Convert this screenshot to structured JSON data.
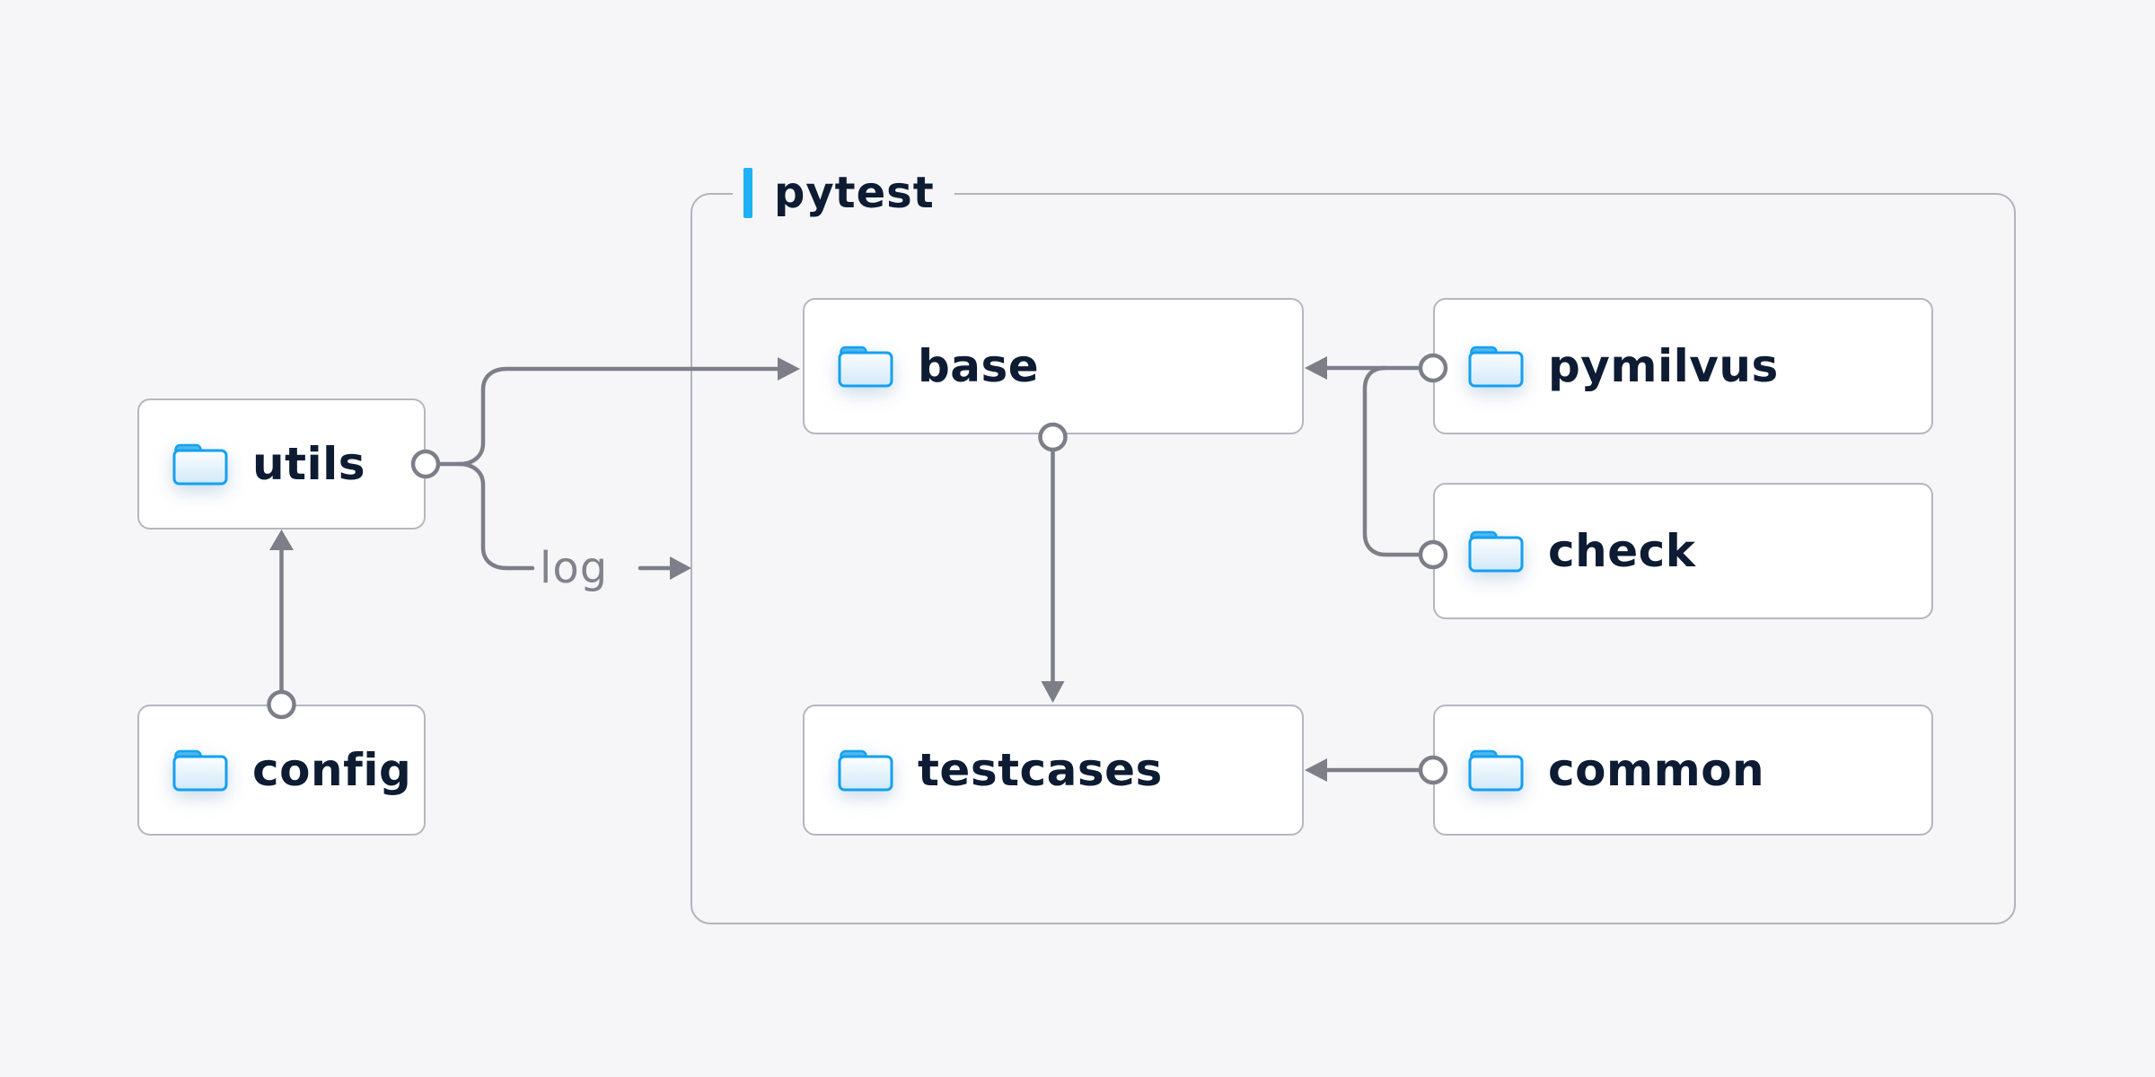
{
  "canvas": {
    "background": "#f6f6f8"
  },
  "palette": {
    "accent_blue": "#1db2f4",
    "folder_blue": "#14a1f0",
    "text_navy": "#0d1b33",
    "connector_gray": "#7c7e88",
    "border_gray": "#b5b7c1"
  },
  "container": {
    "label": "pytest"
  },
  "nodes": {
    "utils": {
      "label": "utils",
      "icon": "folder-icon"
    },
    "config": {
      "label": "config",
      "icon": "folder-icon"
    },
    "base": {
      "label": "base",
      "icon": "folder-icon"
    },
    "pymilvus": {
      "label": "pymilvus",
      "icon": "folder-icon"
    },
    "check": {
      "label": "check",
      "icon": "folder-icon"
    },
    "testcases": {
      "label": "testcases",
      "icon": "folder-icon"
    },
    "common": {
      "label": "common",
      "icon": "folder-icon"
    }
  },
  "edges": [
    {
      "from": "config",
      "to": "utils",
      "style": "arrow"
    },
    {
      "from": "utils",
      "to": "base",
      "style": "arrow"
    },
    {
      "from": "utils",
      "to": "log",
      "label": "log",
      "style": "arrow"
    },
    {
      "from": "base",
      "to": "testcases",
      "style": "arrow"
    },
    {
      "from": "pymilvus",
      "to": "base",
      "style": "arrow"
    },
    {
      "from": "check",
      "to": "base",
      "style": "arrow"
    },
    {
      "from": "common",
      "to": "testcases",
      "style": "arrow"
    }
  ]
}
